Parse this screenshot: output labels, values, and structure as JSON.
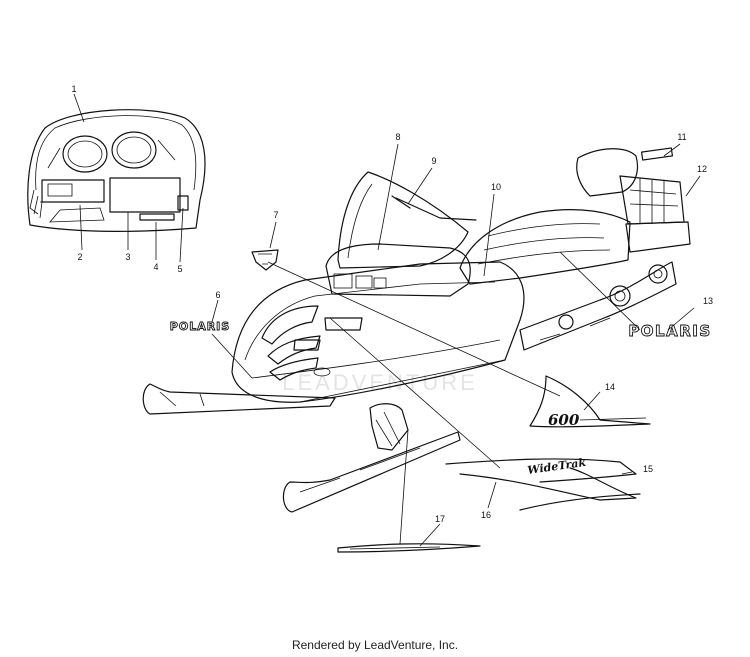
{
  "callouts": [
    {
      "id": "c1",
      "label": "1"
    },
    {
      "id": "c2",
      "label": "2"
    },
    {
      "id": "c3",
      "label": "3"
    },
    {
      "id": "c4",
      "label": "4"
    },
    {
      "id": "c5",
      "label": "5"
    },
    {
      "id": "c6",
      "label": "6"
    },
    {
      "id": "c7",
      "label": "7"
    },
    {
      "id": "c8",
      "label": "8"
    },
    {
      "id": "c9",
      "label": "9"
    },
    {
      "id": "c10",
      "label": "10"
    },
    {
      "id": "c11",
      "label": "11"
    },
    {
      "id": "c12",
      "label": "12"
    },
    {
      "id": "c13",
      "label": "13"
    },
    {
      "id": "c14",
      "label": "14"
    },
    {
      "id": "c15",
      "label": "15"
    },
    {
      "id": "c16",
      "label": "16"
    },
    {
      "id": "c17",
      "label": "17"
    }
  ],
  "decals": {
    "polaris_small": "POLARIS",
    "polaris_large": "POLARIS",
    "engine_badge": "600",
    "widetrak": "WideTrak"
  },
  "watermark": "LEADVENTURE",
  "footer": "Rendered by LeadVenture, Inc."
}
